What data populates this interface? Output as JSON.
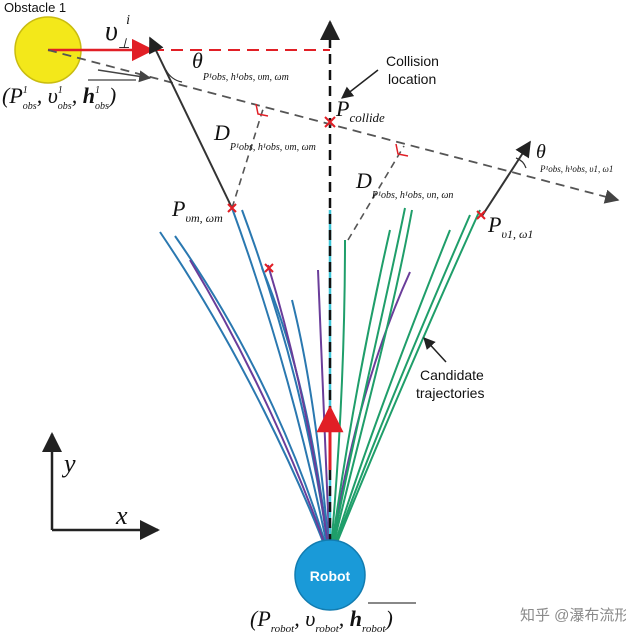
{
  "obstacle": {
    "title": "Obstacle 1",
    "state_open": "(",
    "state_P": "P",
    "state_P_sub": "obs",
    "state_P_sup": "1",
    "state_v": "υ",
    "state_v_sub": "obs",
    "state_v_sup": "1",
    "state_h": "h",
    "state_h_sup": "1",
    "state_h_sub": "obs",
    "state_close": ")",
    "color": "#f3e81a"
  },
  "velocity_perp": {
    "symbol": "υ",
    "sub": "⊥",
    "sup": "i"
  },
  "theta_left": {
    "symbol": "θ",
    "sub": "P¹obs, h¹obs, υm, ωm"
  },
  "theta_right": {
    "symbol": "θ",
    "sub": "P¹obs, h¹obs, υ1, ω1"
  },
  "collision": {
    "label_line1": "Collision",
    "label_line2": "location",
    "point": "P",
    "point_sub": "collide"
  },
  "distance_m": {
    "symbol": "D",
    "sub": "P¹obs, h¹obs, υm, ωm"
  },
  "distance_n": {
    "symbol": "D",
    "sub": "P¹obs, h¹obs, υn, ωn"
  },
  "point_m": {
    "symbol": "P",
    "sub": "υm, ωm"
  },
  "point_1": {
    "symbol": "P",
    "sub": "υ1, ω1"
  },
  "candidate": {
    "line1": "Candidate",
    "line2": "trajectories"
  },
  "axes": {
    "y": "y",
    "x": "x"
  },
  "robot": {
    "label": "Robot",
    "state_P": "P",
    "state_P_sub": "robot",
    "state_v": "υ",
    "state_v_sub": "robot",
    "state_h": "h",
    "state_h_sub": "robot",
    "color": "#1a9ad8"
  },
  "watermark": "知乎 @瀑布流形",
  "colors": {
    "blue_traj": "#2a78b0",
    "purple_traj": "#6a3d9a",
    "green_traj": "#1f9e6a",
    "red": "#e11f26",
    "dash": "#555555"
  }
}
